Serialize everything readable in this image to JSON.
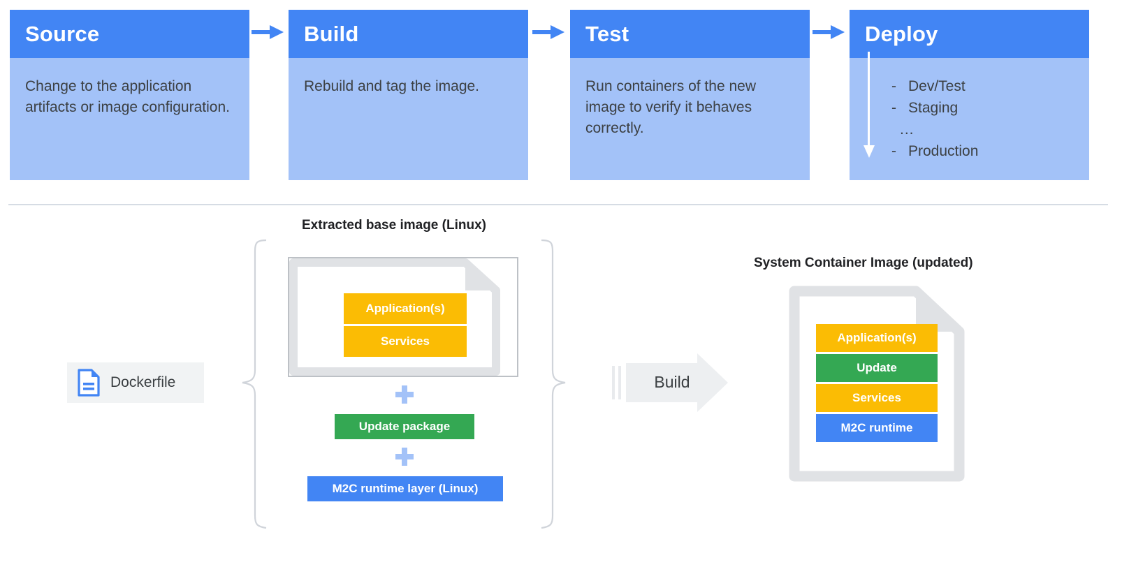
{
  "pipeline": {
    "stages": [
      {
        "title": "Source",
        "text": "Change to the application artifacts or image configuration."
      },
      {
        "title": "Build",
        "text": "Rebuild and tag the image."
      },
      {
        "title": "Test",
        "text": "Run containers of the new image to verify it behaves correctly."
      },
      {
        "title": "Deploy",
        "text": ""
      }
    ],
    "deploy_environments": [
      {
        "marker": "-",
        "label": "Dev/Test"
      },
      {
        "marker": "-",
        "label": "Staging"
      },
      {
        "marker": "...",
        "label": ""
      },
      {
        "marker": "-",
        "label": "Production"
      }
    ],
    "arrow_icon": "arrow-right-icon"
  },
  "build_diagram": {
    "base_image_title": "Extracted base image (Linux)",
    "output_title": "System Container Image (updated)",
    "dockerfile_label": "Dockerfile",
    "dockerfile_icon": "document-icon",
    "build_label": "Build",
    "plus_symbol": "+",
    "base_layers": [
      {
        "label": "Application(s)",
        "color": "#FBBC04"
      },
      {
        "label": "Services",
        "color": "#FBBC04"
      }
    ],
    "added_layers": [
      {
        "label": "Update package",
        "color": "#34A853"
      },
      {
        "label": "M2C runtime layer (Linux)",
        "color": "#4285F4"
      }
    ],
    "output_layers": [
      {
        "label": "Application(s)",
        "color": "#FBBC04"
      },
      {
        "label": "Update",
        "color": "#34A853"
      },
      {
        "label": "Services",
        "color": "#FBBC04"
      },
      {
        "label": "M2C runtime",
        "color": "#4285F4"
      }
    ]
  },
  "colors": {
    "header_blue": "#4285F4",
    "body_blue": "#A3C2F8",
    "yellow": "#FBBC04",
    "green": "#34A853",
    "blue": "#4285F4",
    "gray_frame": "#E0E2E5",
    "gray_border": "#BDC1C6",
    "text_dark": "#3C4043"
  }
}
